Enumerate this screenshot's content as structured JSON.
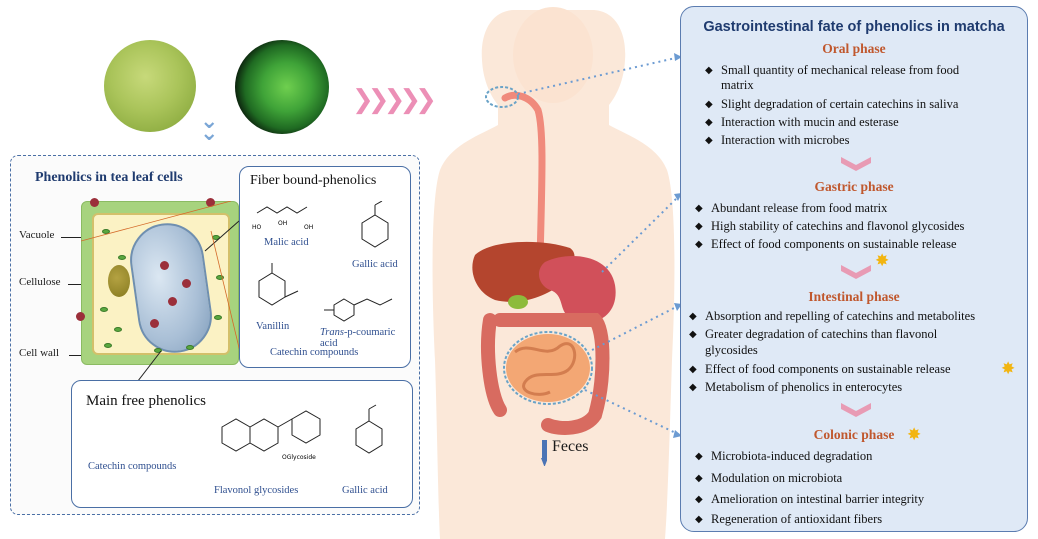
{
  "left": {
    "panel_title": "Phenolics in tea leaf cells",
    "labels": {
      "vacuole": "Vacuole",
      "cellulose": "Cellulose",
      "cell_wall": "Cell wall"
    },
    "fiber_box": {
      "title": "Fiber bound-phenolics",
      "malic_acid": "Malic acid",
      "gallic_acid": "Gallic acid",
      "vanillin": "Vanillin",
      "coumaric_italic": "Trans",
      "coumaric_rest": "-p-coumaric acid",
      "catechin": "Catechin compounds"
    },
    "free_box": {
      "title": "Main free phenolics",
      "catechin": "Catechin compounds",
      "flavonol": "Flavonol glycosides",
      "gallic": "Gallic acid"
    }
  },
  "middle": {
    "feces_label": "Feces"
  },
  "right": {
    "title": "Gastrointestinal fate of phenolics in matcha",
    "phases": [
      {
        "title": "Oral phase",
        "items": [
          "Small quantity of mechanical release from food",
          "matrix",
          "Slight degradation of certain catechins in saliva",
          "Interaction with mucin and esterase",
          "Interaction with microbes"
        ]
      },
      {
        "title": "Gastric phase",
        "items": [
          "Abundant release from food matrix",
          "High stability of catechins and flavonol glycosides",
          "Effect of food components on sustainable release"
        ]
      },
      {
        "title": "Intestinal phase",
        "items": [
          "Absorption and repelling  of catechins and metabolites",
          "Greater degradation of catechins than flavonol",
          "glycosides",
          "Effect of food components on sustainable release",
          "Metabolism of phenolics in enterocytes"
        ]
      },
      {
        "title": "Colonic phase",
        "items": [
          "Microbiota-induced degradation",
          "Modulation on microbiota",
          "Amelioration on intestinal barrier integrity",
          "Regeneration of antioxidant fibers"
        ]
      }
    ]
  },
  "colors": {
    "panel_border": "#4a6fa5",
    "phase_title": "#c0582e",
    "phase_chevron": "#e89bb4",
    "star": "#f2b511",
    "fate_bg": "#dfe9f6"
  }
}
